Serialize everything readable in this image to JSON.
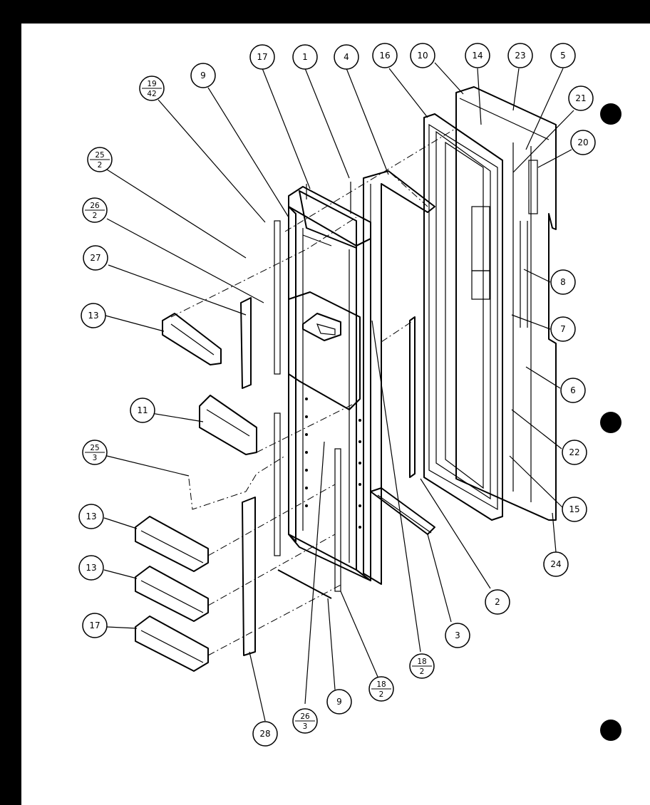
{
  "callouts": [
    {
      "id": "c17a",
      "label": "17"
    },
    {
      "id": "c1",
      "label": "1"
    },
    {
      "id": "c4",
      "label": "4"
    },
    {
      "id": "c16",
      "label": "16"
    },
    {
      "id": "c10",
      "label": "10"
    },
    {
      "id": "c14",
      "label": "14"
    },
    {
      "id": "c23",
      "label": "23"
    },
    {
      "id": "c5",
      "label": "5"
    },
    {
      "id": "c21",
      "label": "21"
    },
    {
      "id": "c20",
      "label": "20"
    },
    {
      "id": "c9a",
      "label": "9"
    },
    {
      "id": "c1942",
      "label": "19",
      "sub": "42"
    },
    {
      "id": "c252",
      "label": "25",
      "sub": "2"
    },
    {
      "id": "c262",
      "label": "26",
      "sub": "2"
    },
    {
      "id": "c27",
      "label": "27"
    },
    {
      "id": "c13a",
      "label": "13"
    },
    {
      "id": "c8",
      "label": "8"
    },
    {
      "id": "c7",
      "label": "7"
    },
    {
      "id": "c6",
      "label": "6"
    },
    {
      "id": "c11",
      "label": "11"
    },
    {
      "id": "c22",
      "label": "22"
    },
    {
      "id": "c253",
      "label": "25",
      "sub": "3"
    },
    {
      "id": "c15",
      "label": "15"
    },
    {
      "id": "c13b",
      "label": "13"
    },
    {
      "id": "c24",
      "label": "24"
    },
    {
      "id": "c13c",
      "label": "13"
    },
    {
      "id": "c2",
      "label": "2"
    },
    {
      "id": "c17b",
      "label": "17"
    },
    {
      "id": "c3",
      "label": "3"
    },
    {
      "id": "c182a",
      "label": "18",
      "sub": "2"
    },
    {
      "id": "c182b",
      "label": "18",
      "sub": "2"
    },
    {
      "id": "c9b",
      "label": "9"
    },
    {
      "id": "c263",
      "label": "26",
      "sub": "3"
    },
    {
      "id": "c28",
      "label": "28"
    }
  ]
}
